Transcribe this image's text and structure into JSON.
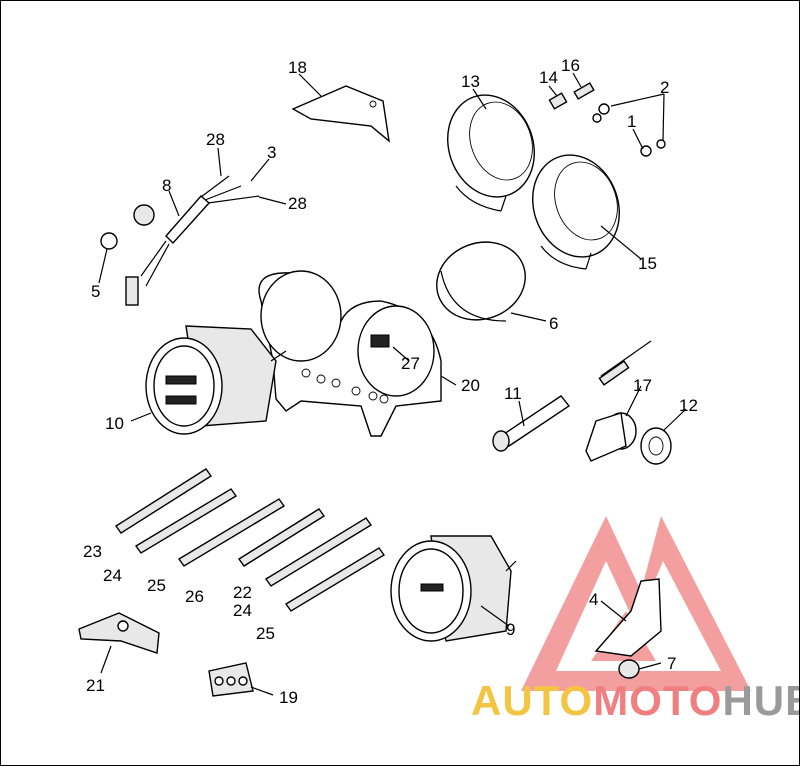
{
  "diagram": {
    "callouts": [
      "18",
      "13",
      "14",
      "16",
      "2",
      "1",
      "28",
      "3",
      "8",
      "28",
      "5",
      "15",
      "6",
      "27",
      "20",
      "10",
      "11",
      "17",
      "12",
      "23",
      "24",
      "25",
      "26",
      "22",
      "24",
      "25",
      "9",
      "4",
      "7",
      "21",
      "19"
    ]
  },
  "watermark": {
    "part1": "AUTO",
    "part2": "MOTO",
    "part3": "HUB",
    "colors": {
      "auto": "#f4c542",
      "moto": "#f08080",
      "hub": "#9a9a9a"
    }
  },
  "icons": {
    "logo": "triangle-m-logo"
  }
}
